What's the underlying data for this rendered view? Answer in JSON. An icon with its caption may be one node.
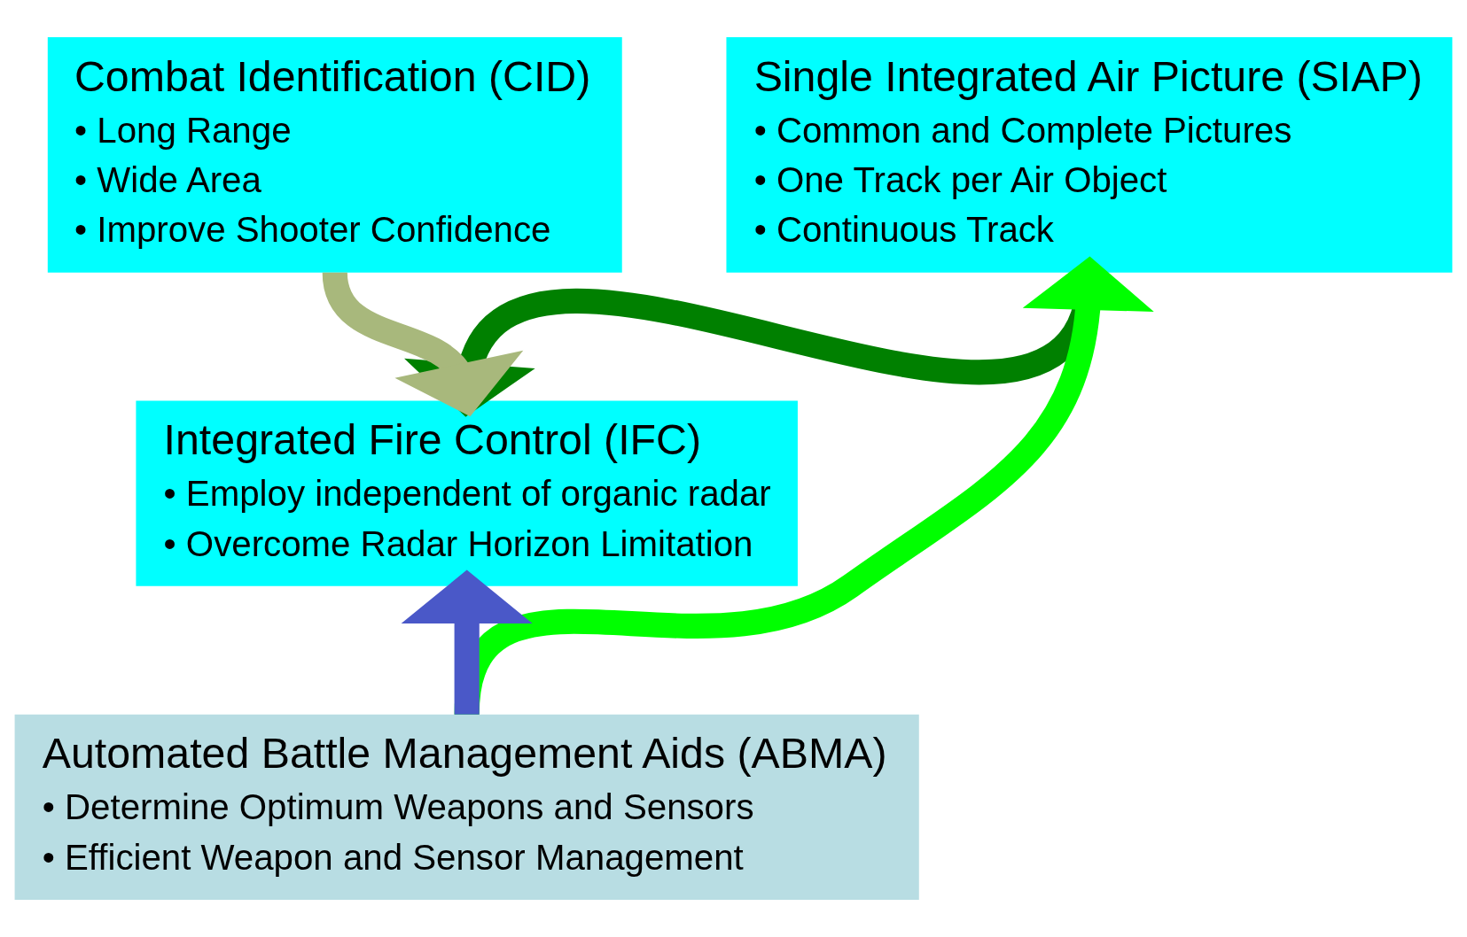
{
  "diagram": {
    "nodes": [
      {
        "text": [
          "Single Integrated Air Picture (SIAP)",
          "• Common and Complete Pictures",
          "• One Track per Air Object",
          "• Continuous Track"
        ]
      },
      {
        "text": [
          "Combat Identification (CID)",
          "• Long Range",
          "• Wide Area",
          "• Improve Shooter Confidence"
        ]
      },
      {
        "text": [
          "Integrated Fire Control (IFC)",
          "• Employ independent of organic radar",
          "• Overcome Radar Horizon Limitation"
        ]
      },
      {
        "text": [
          "Automated Battle Management Aids (ABMA)",
          "• Determine Optimum Weapons and Sensors",
          "• Efficient Weapon and Sensor Management"
        ]
      }
    ],
    "edges": [
      {
        "from": 0,
        "to": 2,
        "arrow": "to",
        "color": "#008000"
      },
      {
        "from": 1,
        "to": 2,
        "arrow": "to",
        "color": "#a8b87c"
      },
      {
        "from": 3,
        "to": 2,
        "arrow": "to",
        "color": "#4a58c8"
      },
      {
        "from": 3,
        "to": 0,
        "arrow": "to",
        "color": "#00ff00"
      }
    ]
  }
}
